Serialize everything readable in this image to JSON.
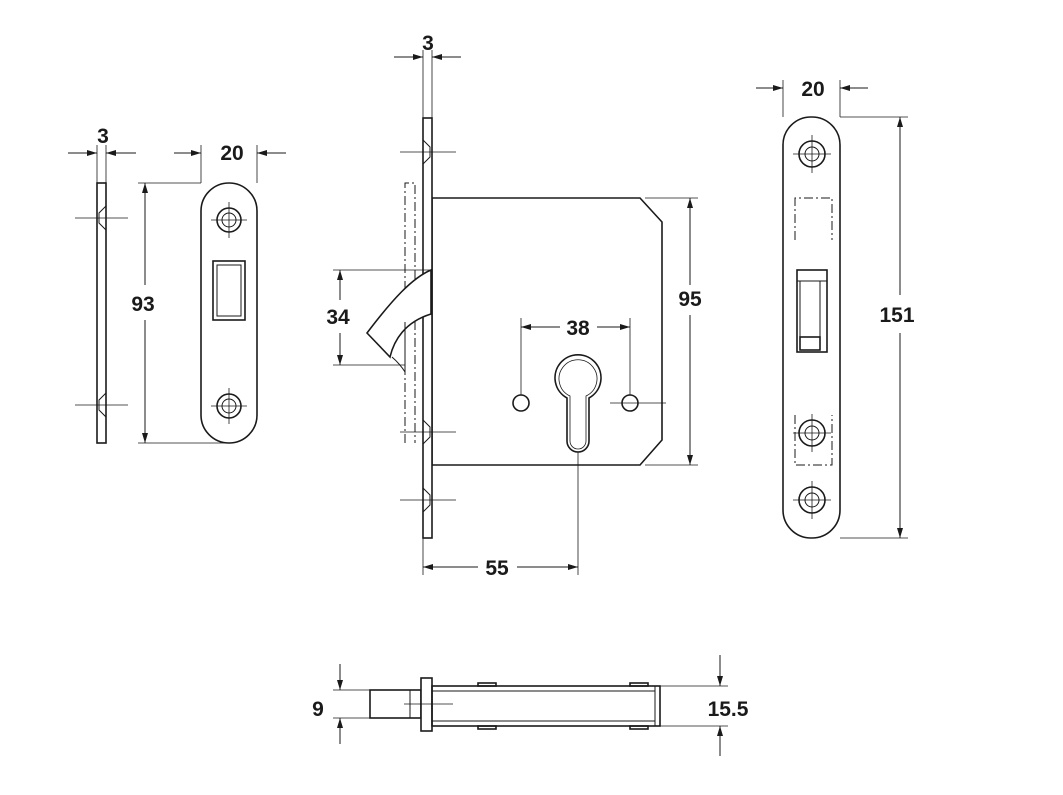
{
  "dimensions": {
    "strike_side_thickness": "3",
    "strike_width": "20",
    "strike_height": "93",
    "faceplate_thickness": "3",
    "latch_projection": "34",
    "hole_spacing": "38",
    "body_height": "95",
    "backset": "55",
    "faceplate_width": "20",
    "faceplate_height": "151",
    "bolt_thickness": "9",
    "body_thickness": "15.5"
  },
  "colors": {
    "line": "#1a1a1a",
    "background": "#ffffff"
  }
}
